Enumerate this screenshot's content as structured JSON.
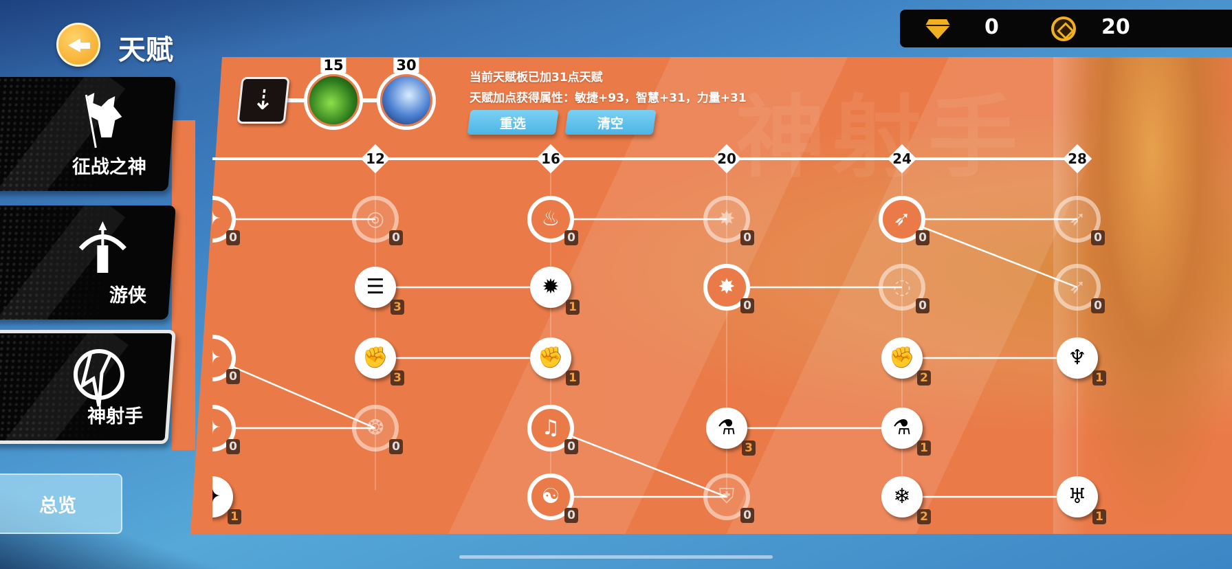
{
  "header": {
    "title": "天赋",
    "back_icon": "back-arrow-icon"
  },
  "currency": {
    "diamonds": "0",
    "coins": "20",
    "diamond_color": "#f0b020"
  },
  "sidebar": {
    "classes": [
      {
        "label": "征战之神",
        "icon": "warlord-icon",
        "selected": false
      },
      {
        "label": "游侠",
        "icon": "ranger-bow-icon",
        "selected": false
      },
      {
        "label": "神射手",
        "icon": "marksman-arrows-icon",
        "selected": true
      }
    ],
    "overview_label": "总览"
  },
  "panel": {
    "watermark": "神射手",
    "ultimates": [
      {
        "level": "15",
        "icon": "poison-hand-icon"
      },
      {
        "level": "30",
        "icon": "lightning-icon"
      }
    ],
    "info_line1": "当前天赋板已加31点天赋",
    "info_line2": "天赋加点获得属性：敏捷+93，智慧+31，力量+31",
    "reset_label": "重选",
    "clear_label": "清空"
  },
  "tree": {
    "levels": [
      "",
      "12",
      "16",
      "20",
      "24",
      "28"
    ],
    "nodes": [
      {
        "col": 0,
        "row": 0,
        "state": "available",
        "count": "0",
        "glyph": "✦"
      },
      {
        "col": 1,
        "row": 0,
        "state": "faded",
        "count": "0",
        "glyph": "◎"
      },
      {
        "col": 2,
        "row": 0,
        "state": "available",
        "count": "0",
        "glyph": "♨"
      },
      {
        "col": 3,
        "row": 0,
        "state": "faded",
        "count": "0",
        "glyph": "✸"
      },
      {
        "col": 4,
        "row": 0,
        "state": "available",
        "count": "0",
        "glyph": "➶"
      },
      {
        "col": 5,
        "row": 0,
        "state": "faded",
        "count": "0",
        "glyph": "➶"
      },
      {
        "col": 1,
        "row": 1,
        "state": "active",
        "count": "3",
        "glyph": "☰"
      },
      {
        "col": 2,
        "row": 1,
        "state": "active",
        "count": "1",
        "glyph": "✹"
      },
      {
        "col": 3,
        "row": 1,
        "state": "available",
        "count": "0",
        "glyph": "✸"
      },
      {
        "col": 4,
        "row": 1,
        "state": "faded",
        "count": "0",
        "glyph": "◌"
      },
      {
        "col": 5,
        "row": 1,
        "state": "faded",
        "count": "0",
        "glyph": "➶"
      },
      {
        "col": 0,
        "row": 2,
        "state": "available",
        "count": "0",
        "glyph": "✦"
      },
      {
        "col": 1,
        "row": 2,
        "state": "active",
        "count": "3",
        "glyph": "✊"
      },
      {
        "col": 2,
        "row": 2,
        "state": "active",
        "count": "1",
        "glyph": "✊"
      },
      {
        "col": 4,
        "row": 2,
        "state": "active",
        "count": "2",
        "glyph": "✊"
      },
      {
        "col": 5,
        "row": 2,
        "state": "active",
        "count": "1",
        "glyph": "♆"
      },
      {
        "col": 0,
        "row": 3,
        "state": "available",
        "count": "0",
        "glyph": "✦"
      },
      {
        "col": 1,
        "row": 3,
        "state": "faded",
        "count": "0",
        "glyph": "❂"
      },
      {
        "col": 2,
        "row": 3,
        "state": "available",
        "count": "0",
        "glyph": "♫"
      },
      {
        "col": 3,
        "row": 3,
        "state": "active",
        "count": "3",
        "glyph": "⚗"
      },
      {
        "col": 4,
        "row": 3,
        "state": "active",
        "count": "1",
        "glyph": "⚗"
      },
      {
        "col": 0,
        "row": 4,
        "state": "active",
        "count": "1",
        "glyph": "✦"
      },
      {
        "col": 2,
        "row": 4,
        "state": "available",
        "count": "0",
        "glyph": "☯"
      },
      {
        "col": 3,
        "row": 4,
        "state": "faded",
        "count": "0",
        "glyph": "⛨"
      },
      {
        "col": 4,
        "row": 4,
        "state": "active",
        "count": "2",
        "glyph": "❄"
      },
      {
        "col": 5,
        "row": 4,
        "state": "active",
        "count": "1",
        "glyph": "♅"
      }
    ],
    "links": [
      [
        0,
        1
      ],
      [
        2,
        3
      ],
      [
        4,
        5
      ],
      [
        4,
        10
      ],
      [
        6,
        7
      ],
      [
        8,
        9
      ],
      [
        12,
        13
      ],
      [
        14,
        15
      ],
      [
        11,
        17
      ],
      [
        16,
        17
      ],
      [
        19,
        20
      ],
      [
        18,
        23
      ],
      [
        22,
        23
      ],
      [
        24,
        25
      ]
    ]
  }
}
